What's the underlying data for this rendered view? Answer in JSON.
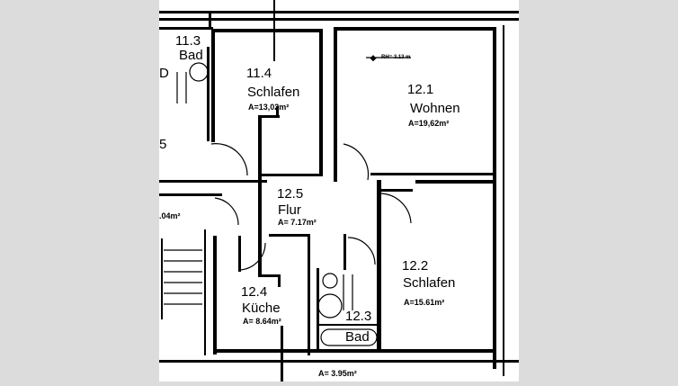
{
  "rooms": [
    {
      "number": "11.3",
      "name": "Bad"
    },
    {
      "number": "11.4",
      "name": "Schlafen",
      "area": "A=13,02m²"
    },
    {
      "number": "12.1",
      "name": "Wohnen",
      "area": "A=19,62m²"
    },
    {
      "number": "12.5",
      "name": "Flur",
      "area": "A= 7.17m²"
    },
    {
      "number": "12.2",
      "name": "Schlafen",
      "area": "A=15.61m²"
    },
    {
      "number": "12.4",
      "name": "Küche",
      "area": "A= 8.64m²"
    },
    {
      "number": "12.3",
      "name": "Bad"
    }
  ],
  "annotations": {
    "room_height": "RH= 3.13 m",
    "left_area_partial": ".04m²",
    "bottom_area": "A= 3.95m²",
    "left_partial_number": "5",
    "left_partial_d": "D"
  }
}
